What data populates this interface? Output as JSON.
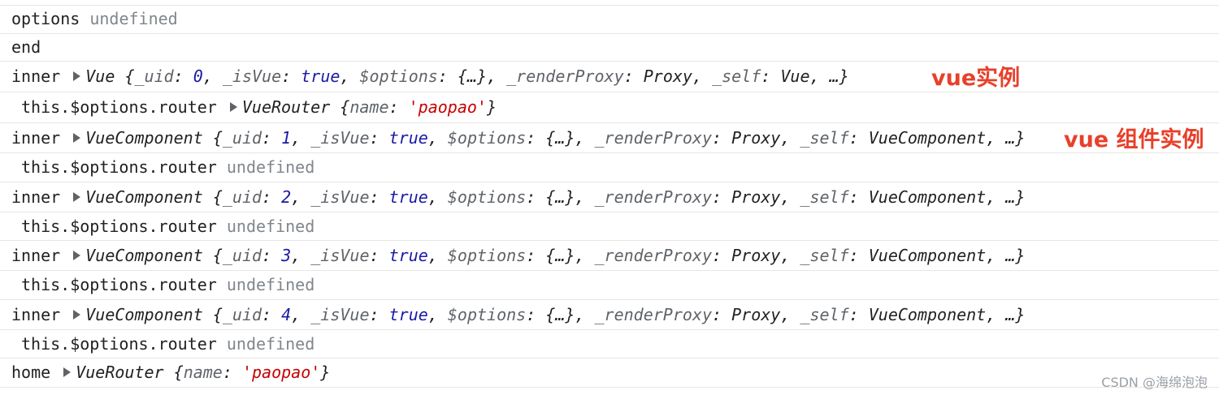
{
  "console": {
    "rows": [
      {
        "label": "options",
        "value": "undefined"
      },
      {
        "label": "end"
      },
      {
        "label": "inner",
        "object": "Vue",
        "fields": [
          {
            "k": "_uid",
            "v": "0",
            "t": "num"
          },
          {
            "k": "_isVue",
            "v": "true",
            "t": "bool"
          },
          {
            "k": "$options",
            "v": "{…}",
            "t": "obj"
          },
          {
            "k": "_renderProxy",
            "v": "Proxy",
            "t": "obj"
          },
          {
            "k": "_self",
            "v": "Vue",
            "t": "obj"
          }
        ],
        "more": "…"
      },
      {
        "label": "this.$options.router",
        "object": "VueRouter",
        "fields": [
          {
            "k": "name",
            "v": "'paopao'",
            "t": "str"
          }
        ]
      },
      {
        "label": "inner",
        "object": "VueComponent",
        "fields": [
          {
            "k": "_uid",
            "v": "1",
            "t": "num"
          },
          {
            "k": "_isVue",
            "v": "true",
            "t": "bool"
          },
          {
            "k": "$options",
            "v": "{…}",
            "t": "obj"
          },
          {
            "k": "_renderProxy",
            "v": "Proxy",
            "t": "obj"
          },
          {
            "k": "_self",
            "v": "VueComponent",
            "t": "obj"
          }
        ],
        "more": "…"
      },
      {
        "label": "this.$options.router",
        "value": "undefined"
      },
      {
        "label": "inner",
        "object": "VueComponent",
        "fields": [
          {
            "k": "_uid",
            "v": "2",
            "t": "num"
          },
          {
            "k": "_isVue",
            "v": "true",
            "t": "bool"
          },
          {
            "k": "$options",
            "v": "{…}",
            "t": "obj"
          },
          {
            "k": "_renderProxy",
            "v": "Proxy",
            "t": "obj"
          },
          {
            "k": "_self",
            "v": "VueComponent",
            "t": "obj"
          }
        ],
        "more": "…"
      },
      {
        "label": "this.$options.router",
        "value": "undefined"
      },
      {
        "label": "inner",
        "object": "VueComponent",
        "fields": [
          {
            "k": "_uid",
            "v": "3",
            "t": "num"
          },
          {
            "k": "_isVue",
            "v": "true",
            "t": "bool"
          },
          {
            "k": "$options",
            "v": "{…}",
            "t": "obj"
          },
          {
            "k": "_renderProxy",
            "v": "Proxy",
            "t": "obj"
          },
          {
            "k": "_self",
            "v": "VueComponent",
            "t": "obj"
          }
        ],
        "more": "…"
      },
      {
        "label": "this.$options.router",
        "value": "undefined"
      },
      {
        "label": "inner",
        "object": "VueComponent",
        "fields": [
          {
            "k": "_uid",
            "v": "4",
            "t": "num"
          },
          {
            "k": "_isVue",
            "v": "true",
            "t": "bool"
          },
          {
            "k": "$options",
            "v": "{…}",
            "t": "obj"
          },
          {
            "k": "_renderProxy",
            "v": "Proxy",
            "t": "obj"
          },
          {
            "k": "_self",
            "v": "VueComponent",
            "t": "obj"
          }
        ],
        "more": "…"
      },
      {
        "label": "this.$options.router",
        "value": "undefined"
      },
      {
        "label": "home",
        "object": "VueRouter",
        "fields": [
          {
            "k": "name",
            "v": "'paopao'",
            "t": "str"
          }
        ]
      }
    ]
  },
  "annotations": {
    "vue_instance": "vue实例",
    "vue_component_instance": "vue 组件实例"
  },
  "watermark": "CSDN @海绵泡泡",
  "colors": {
    "annotation": "#e8402a",
    "number_bool": "#1a1aa6",
    "string": "#c80000",
    "undefined": "#80868b"
  }
}
